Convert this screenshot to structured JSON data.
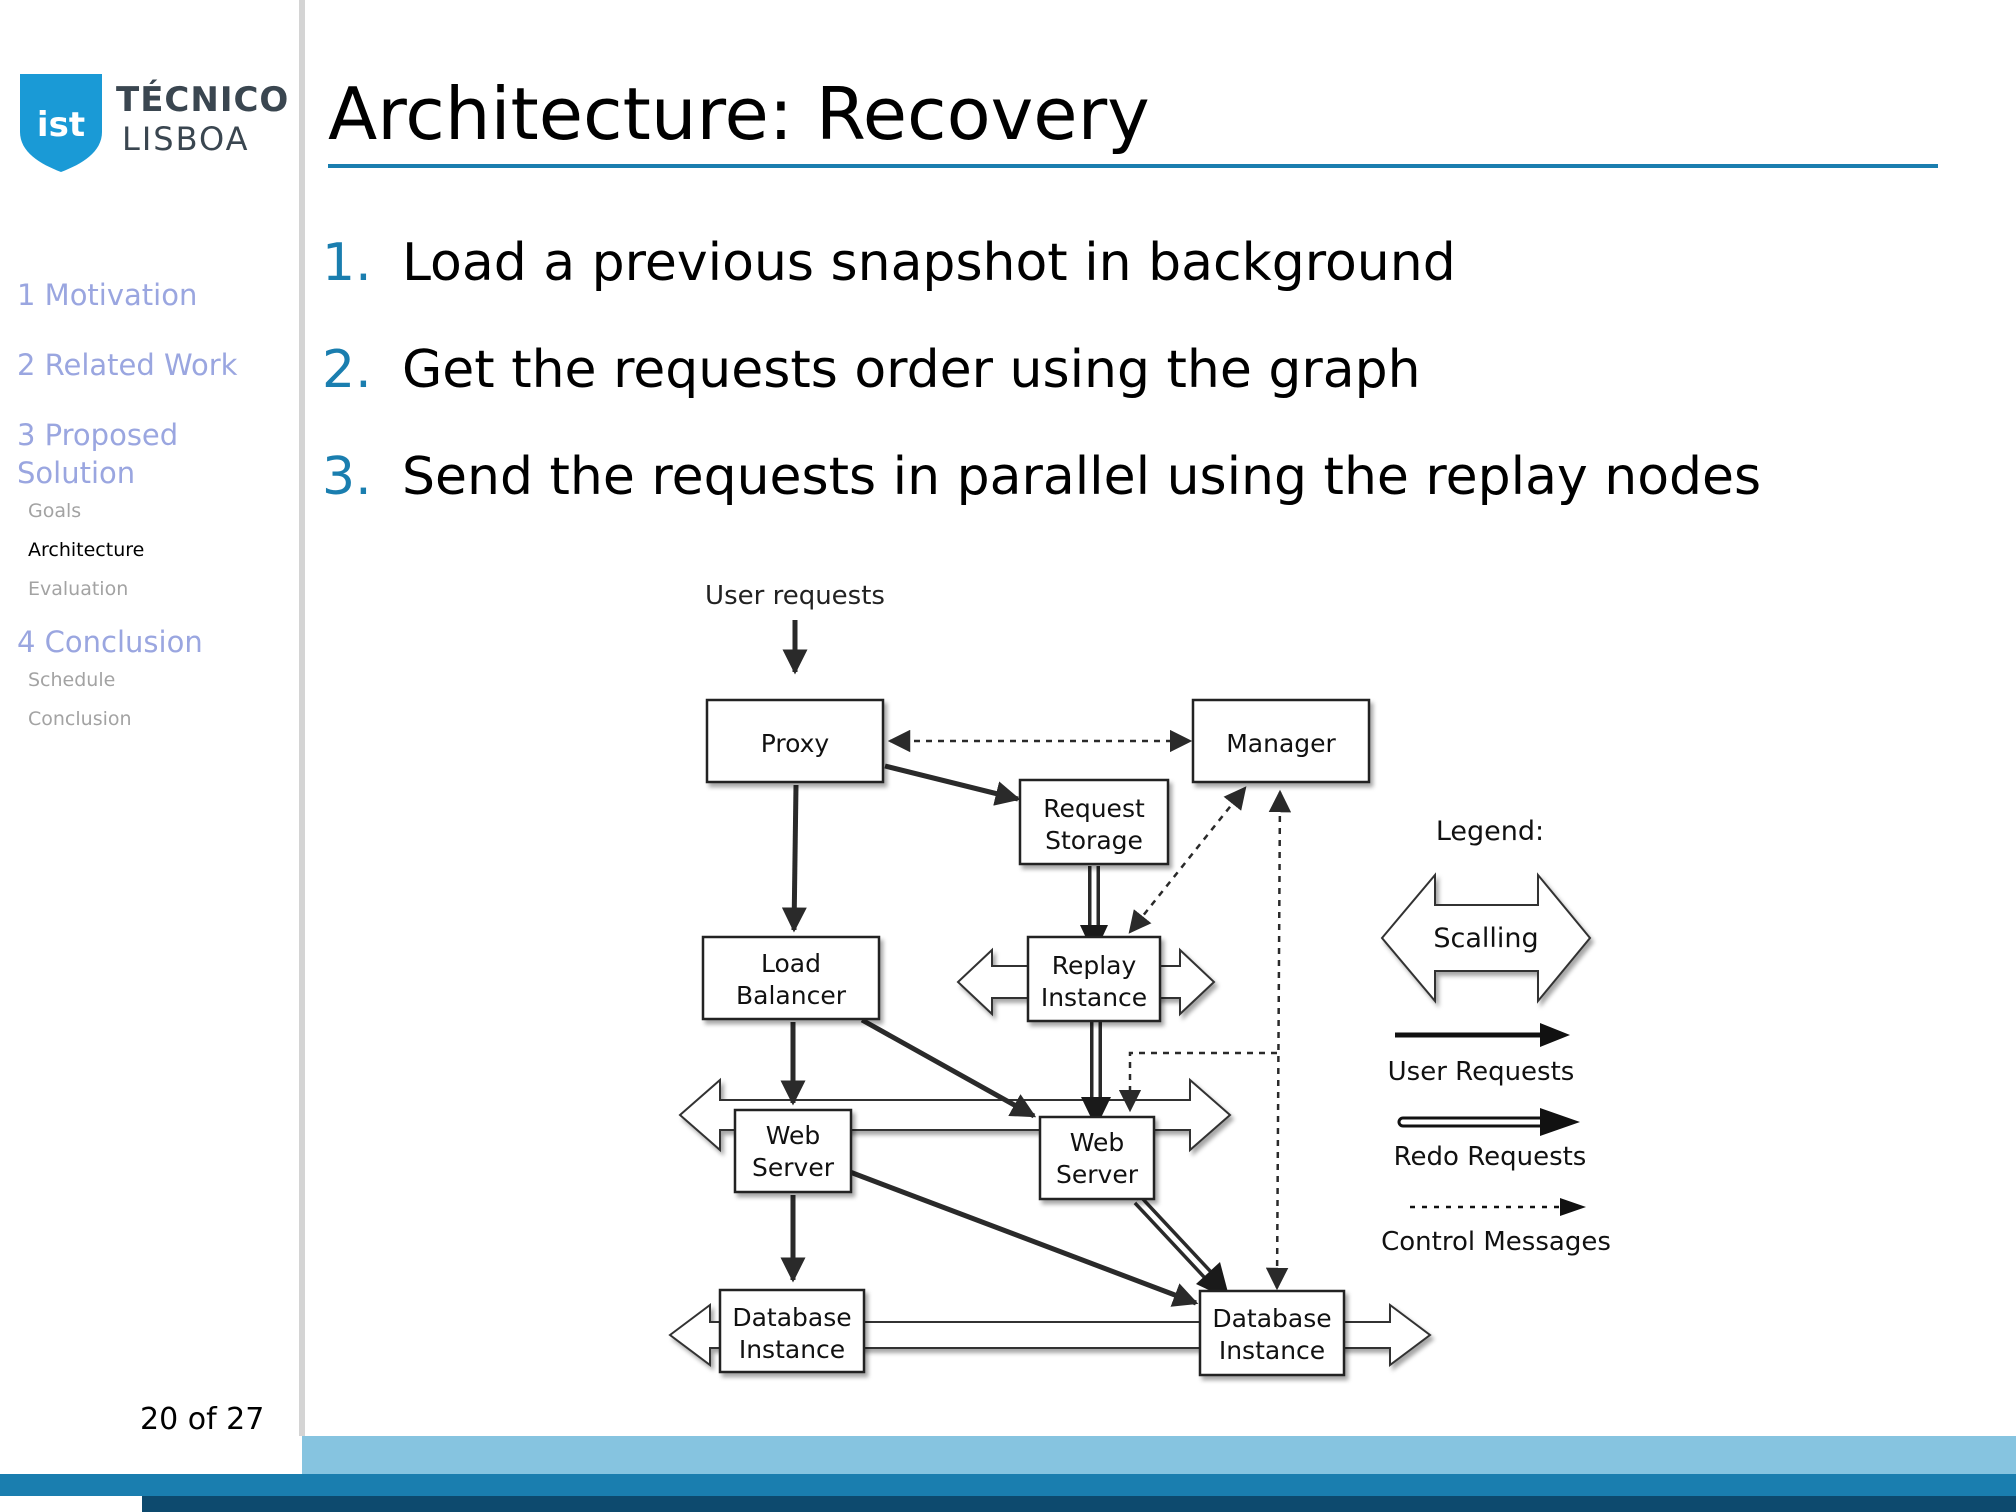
{
  "logo": {
    "line1": "TÉCNICO",
    "line2": "LISBOA",
    "monogram": "ist"
  },
  "nav": {
    "sections": [
      {
        "label": "1 Motivation",
        "subs": []
      },
      {
        "label": "2 Related Work",
        "subs": []
      },
      {
        "label": "3 Proposed Solution",
        "subs": [
          "Goals",
          "Architecture",
          "Evaluation"
        ]
      },
      {
        "label": "4 Conclusion",
        "subs": [
          "Schedule",
          "Conclusion"
        ]
      }
    ],
    "active_sub": "Architecture"
  },
  "page_number": "20 of 27",
  "title": "Architecture: Recovery",
  "steps": [
    {
      "num": "1.",
      "text": "Load a previous snapshot in background"
    },
    {
      "num": "2.",
      "text": "Get the requests order using the graph"
    },
    {
      "num": "3.",
      "text": "Send the requests in parallel using the replay nodes"
    }
  ],
  "diagram": {
    "input_label": "User requests",
    "nodes": {
      "proxy": "Proxy",
      "manager": "Manager",
      "request_storage": [
        "Request",
        "Storage"
      ],
      "load_balancer": [
        "Load",
        "Balancer"
      ],
      "replay_instance": [
        "Replay",
        "Instance"
      ],
      "web_server_left": [
        "Web",
        "Server"
      ],
      "web_server_right": [
        "Web",
        "Server"
      ],
      "db_left": [
        "Database",
        "Instance"
      ],
      "db_right": [
        "Database",
        "Instance"
      ]
    },
    "legend": {
      "title": "Legend:",
      "scaling": "Scalling",
      "user_requests": "User Requests",
      "redo_requests": "Redo Requests",
      "control_messages": "Control Messages"
    }
  },
  "colors": {
    "accent": "#1a7eaf",
    "nav": "#9aa6e0",
    "footer_light": "#86c4e0",
    "footer_dark": "#0d4a6e"
  }
}
